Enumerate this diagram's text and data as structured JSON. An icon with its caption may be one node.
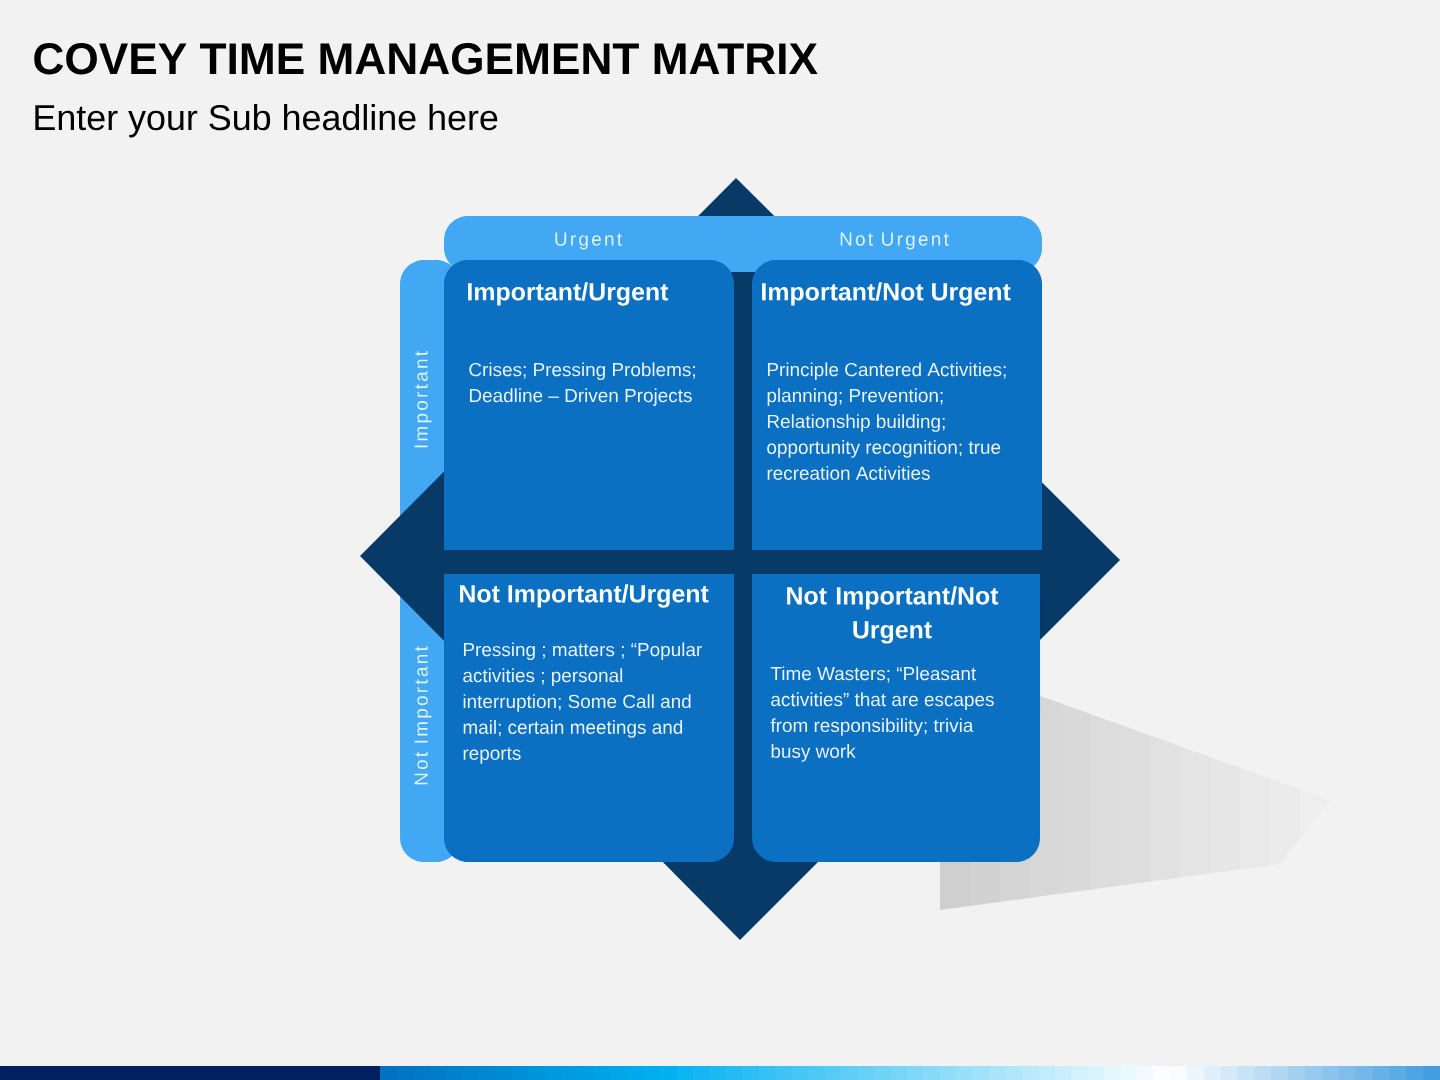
{
  "diagram": {
    "title": "COVEY TIME MANAGEMENT MATRIX",
    "nodes": [
      {
        "text": [
          "Urgent",
          "Not Urgent"
        ]
      },
      {
        "text": [
          "Important",
          "Not Important"
        ]
      },
      {
        "text": [
          "Important/Urgent",
          "Crises; Pressing Problems; Deadline – Driven Projects"
        ]
      },
      {
        "text": [
          "Important/Not Urgent",
          "Principle Cantered Activities; planning; Prevention; Relationship building; opportunity recognition; true recreation Activities"
        ]
      },
      {
        "text": [
          "Not Important/Urgent",
          "Pressing ; matters ; “Popular activities ; personal interruption; Some Call and mail; certain meetings and reports"
        ]
      },
      {
        "text": [
          "Not Important/Not Urgent",
          "Time Wasters; “Pleasant activities” that are escapes from responsibility; trivia busy work"
        ]
      }
    ],
    "labels": [
      "Enter your Sub headline here"
    ]
  }
}
